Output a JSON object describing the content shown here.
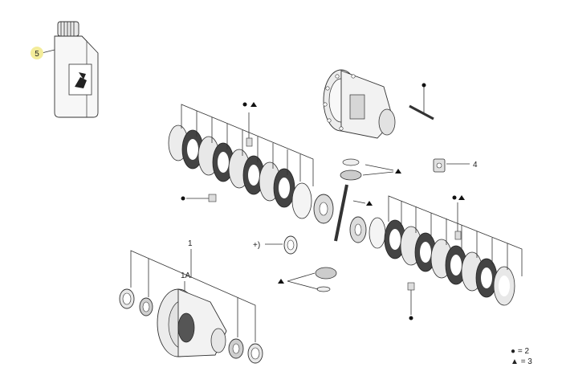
{
  "callouts": {
    "bottle": "5",
    "clip": "4",
    "housing": "1",
    "housing_sub": "1A",
    "shim": "+)"
  },
  "legend": {
    "dot_glyph": "●",
    "triangle_glyph": "▲",
    "dot_text": "= 2",
    "triangle_text": "= 3"
  },
  "colors": {
    "highlight": "#f3ec9a",
    "line": "#333333",
    "metal": "#e8e8e8",
    "friction": "#444444"
  }
}
